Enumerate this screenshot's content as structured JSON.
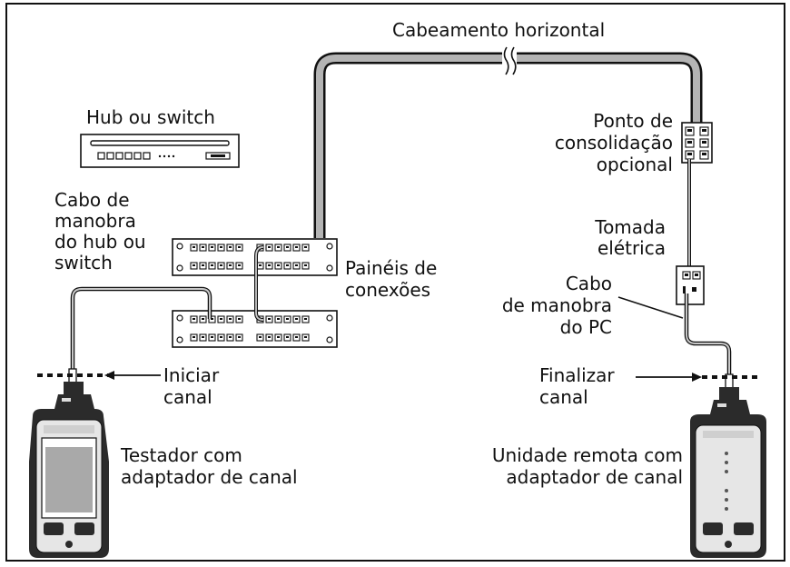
{
  "labels": {
    "horizontal_cabling": "Cabeamento horizontal",
    "hub_switch": "Hub ou switch",
    "hub_patch_cord": [
      "Cabo de",
      "manobra",
      "do hub ou",
      "switch"
    ],
    "patch_panels": [
      "Painéis de",
      "conexões"
    ],
    "consolidation_point": [
      "Ponto de",
      "consolidação",
      "opcional"
    ],
    "wall_outlet": [
      "Tomada",
      "elétrica"
    ],
    "pc_patch_cord": [
      "Cabo",
      "de manobra",
      "do PC"
    ],
    "start_channel": [
      "Iniciar",
      "canal"
    ],
    "end_channel": [
      "Finalizar",
      "canal"
    ],
    "tester": [
      "Testador com",
      "adaptador de canal"
    ],
    "remote": [
      "Unidade remota com",
      "adaptador de canal"
    ]
  },
  "colors": {
    "cable_fill": "#b4b4b4",
    "outline": "#111111",
    "device_body": "#e6e6e6",
    "device_dark": "#2b2b2b",
    "screen_gray": "#a9a9a9"
  }
}
